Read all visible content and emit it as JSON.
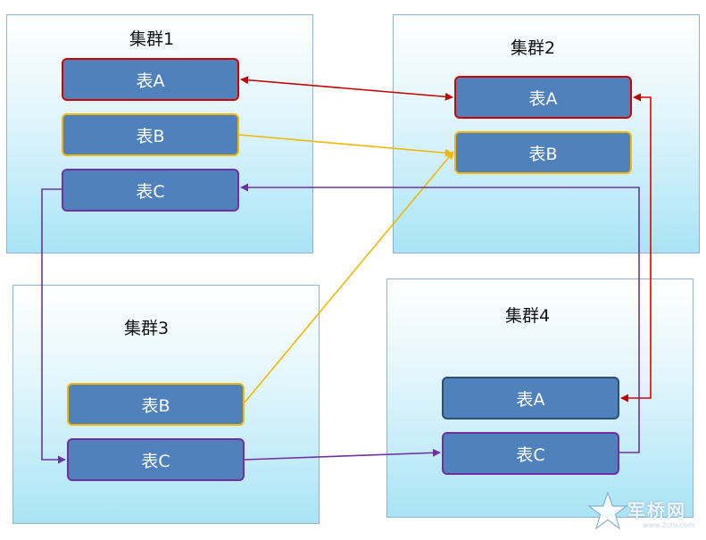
{
  "clusters": [
    {
      "title": "集群1",
      "tables": [
        "表A",
        "表B",
        "表C"
      ]
    },
    {
      "title": "集群2",
      "tables": [
        "表A",
        "表B"
      ]
    },
    {
      "title": "集群3",
      "tables": [
        "表B",
        "表C"
      ]
    },
    {
      "title": "集群4",
      "tables": [
        "表A",
        "表C"
      ]
    }
  ],
  "colors": {
    "table_fill": "#4f81bd",
    "link_a": "#c00000",
    "link_b": "#f2b705",
    "link_c": "#7030a0"
  },
  "watermark": {
    "text": "军桥网",
    "url": "www.2cto.com",
    "icon": "star-logo-icon"
  }
}
